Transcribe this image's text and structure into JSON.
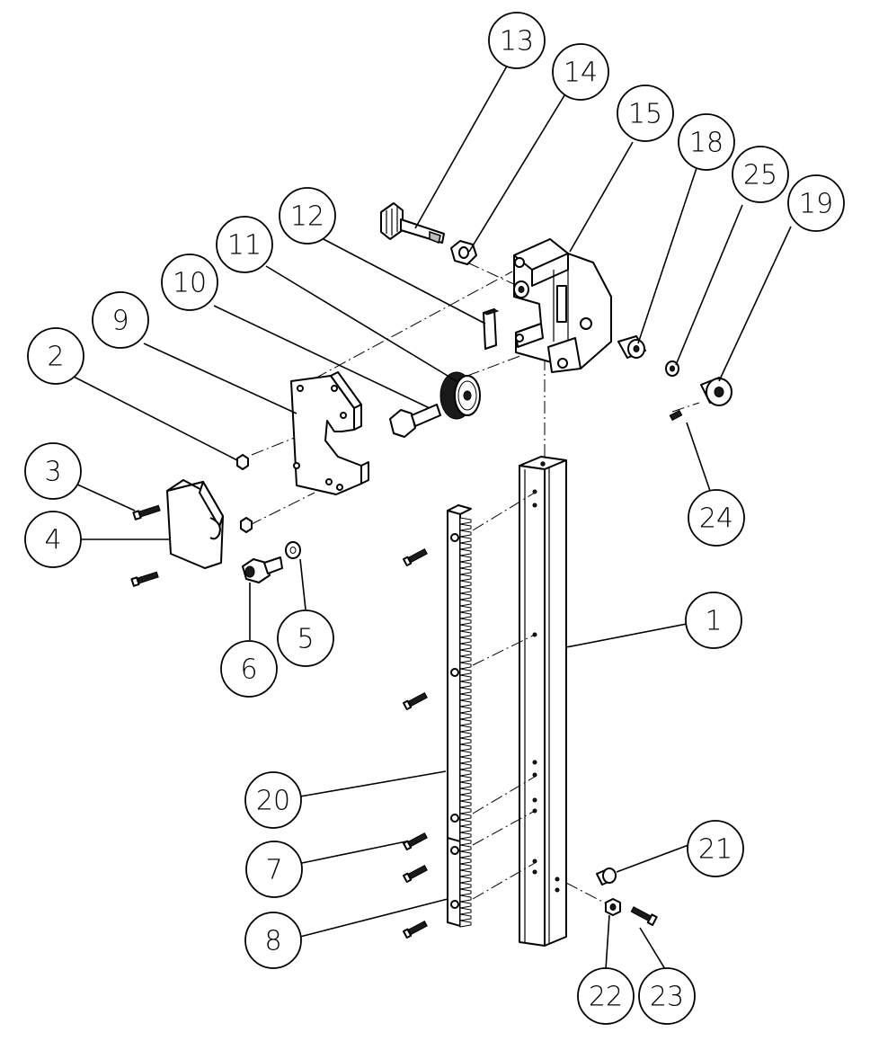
{
  "diagram": {
    "callouts": [
      {
        "id": "13",
        "label": "13"
      },
      {
        "id": "14",
        "label": "14"
      },
      {
        "id": "15",
        "label": "15"
      },
      {
        "id": "18",
        "label": "18"
      },
      {
        "id": "25",
        "label": "25"
      },
      {
        "id": "19",
        "label": "19"
      },
      {
        "id": "12",
        "label": "12"
      },
      {
        "id": "11",
        "label": "11"
      },
      {
        "id": "10",
        "label": "10"
      },
      {
        "id": "9",
        "label": "9"
      },
      {
        "id": "2",
        "label": "2"
      },
      {
        "id": "3",
        "label": "3"
      },
      {
        "id": "4",
        "label": "4"
      },
      {
        "id": "5",
        "label": "5"
      },
      {
        "id": "6",
        "label": "6"
      },
      {
        "id": "24",
        "label": "24"
      },
      {
        "id": "1",
        "label": "1"
      },
      {
        "id": "20",
        "label": "20"
      },
      {
        "id": "7",
        "label": "7"
      },
      {
        "id": "21",
        "label": "21"
      },
      {
        "id": "8",
        "label": "8"
      },
      {
        "id": "22",
        "label": "22"
      },
      {
        "id": "23",
        "label": "23"
      }
    ]
  }
}
